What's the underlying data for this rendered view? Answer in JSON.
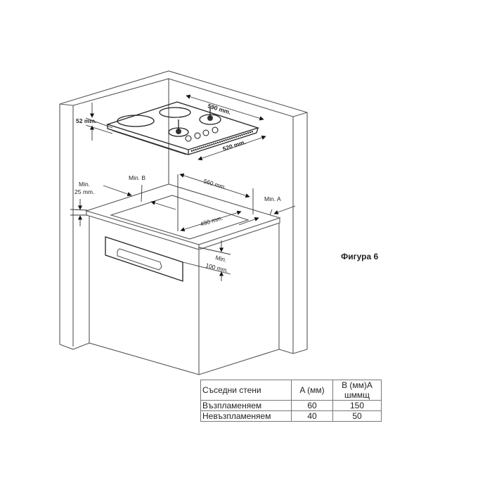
{
  "figure": {
    "caption": "Фигура 6",
    "dimensions": {
      "hob_width": "590 mm.",
      "hob_depth": "520 mm.",
      "hob_height": "52 mm.",
      "cutout_width": "560 mm.",
      "cutout_depth": "490 mm.",
      "min_b": "Min. B",
      "min_a": "Min. A",
      "min_25_line1": "Min.",
      "min_25_line2": "25 mm.",
      "min_100_line1": "Min.",
      "min_100_line2": "100 mm."
    }
  },
  "table": {
    "headers": [
      "Съседни стени",
      "A (мм)",
      "B (мм)A шммщ"
    ],
    "header_col3_line1": "B (мм)A",
    "header_col3_line2": "шммщ",
    "rows": [
      {
        "label": "Възпламеняем",
        "a": "60",
        "b": "150"
      },
      {
        "label": "Невъзпламеняем",
        "a": "40",
        "b": "50"
      }
    ]
  }
}
